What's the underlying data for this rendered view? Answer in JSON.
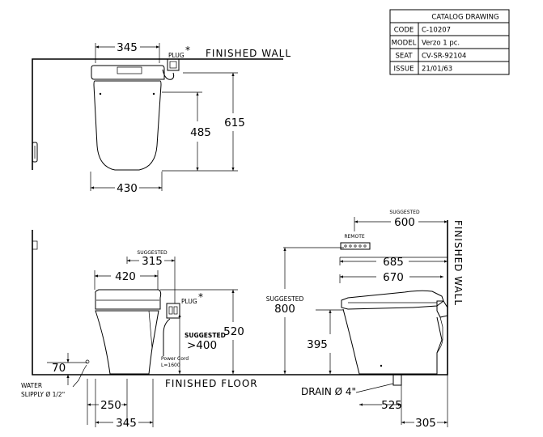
{
  "title_block": {
    "heading": "CATALOG DRAWING",
    "rows": [
      {
        "key": "CODE",
        "value": "C-10207"
      },
      {
        "key": "MODEL",
        "value": "Verzo 1 pc."
      },
      {
        "key": "SEAT",
        "value": "CV-SR-92104"
      },
      {
        "key": "ISSUE",
        "value": "21/01/63"
      }
    ]
  },
  "top_view": {
    "wall_label": "FINISHED WALL",
    "plug_label": "PLUG",
    "plug_mark": "*",
    "dim_top_width": "345",
    "dim_depth_inner": "485",
    "dim_depth_total": "615",
    "dim_bottom_width": "430"
  },
  "side_view": {
    "suggested_label": "SUGGESTED",
    "dim_suggested_plug": "315",
    "dim_seat_depth": "420",
    "plug_label": "PLUG",
    "plug_mark": "*",
    "suggested_label_2": "SUGGESTED",
    "dim_plug_height": ">400",
    "power_cord_line1": "Power Cord",
    "power_cord_line2": "L=1600",
    "dim_height": "520",
    "dim_water_height": "70",
    "water_line1": "WATER",
    "water_line2": "SLIPPLY Ø 1/2\"",
    "floor_label": "FINISHED FLOOR",
    "dim_water_offset": "250",
    "dim_base_width": "345"
  },
  "front_view": {
    "suggested_label": "SUGGESTED",
    "dim_remote_distance": "600",
    "remote_label": "REMOTE",
    "dim_depth_685": "685",
    "dim_depth_670": "670",
    "suggested_label_2": "SUGGESTED",
    "dim_remote_height": "800",
    "dim_seat_height": "395",
    "drain_label": "DRAIN Ø 4\"",
    "dim_drain_525": "525",
    "dim_drain_305": "305",
    "wall_label_vertical": "FINISHED WALL"
  }
}
